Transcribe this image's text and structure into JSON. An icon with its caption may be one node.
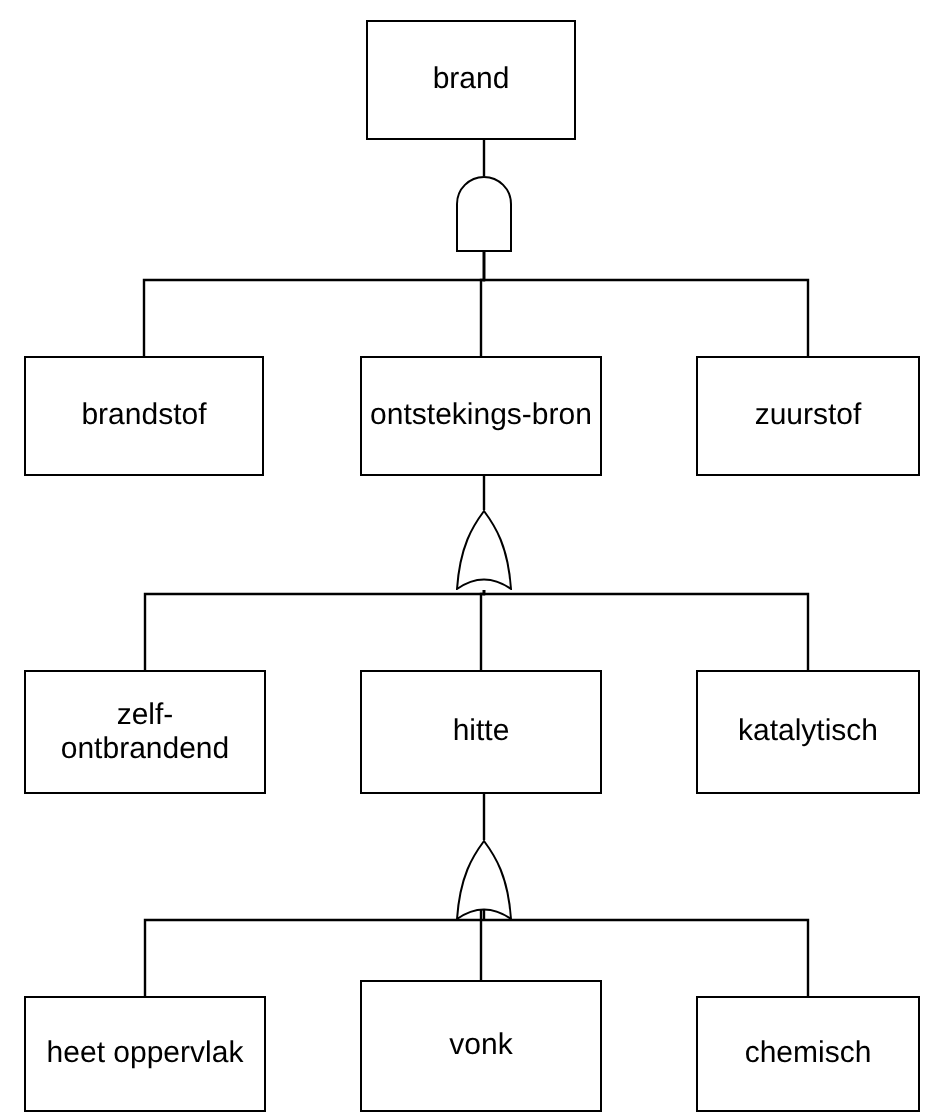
{
  "diagram": {
    "nodes": [
      {
        "text": [
          "brand"
        ]
      },
      {
        "text": [],
        "shape": "and-gate"
      },
      {
        "text": [
          "brandstof"
        ]
      },
      {
        "text": [
          "ontstekings-bron"
        ]
      },
      {
        "text": [
          "zuurstof"
        ]
      },
      {
        "text": [],
        "shape": "or-gate"
      },
      {
        "text": [
          "zelf-ontbrandend"
        ]
      },
      {
        "text": [
          "hitte"
        ]
      },
      {
        "text": [
          "katalytisch"
        ]
      },
      {
        "text": [],
        "shape": "or-gate"
      },
      {
        "text": [
          "heet oppervlak"
        ]
      },
      {
        "text": [
          "vonk"
        ]
      },
      {
        "text": [
          "chemisch"
        ]
      }
    ],
    "edges": [
      {
        "from": 0,
        "to": 1,
        "arrow": "none"
      },
      {
        "from": 1,
        "to": 2,
        "arrow": "none"
      },
      {
        "from": 1,
        "to": 3,
        "arrow": "none"
      },
      {
        "from": 1,
        "to": 4,
        "arrow": "none"
      },
      {
        "from": 3,
        "to": 5,
        "arrow": "none"
      },
      {
        "from": 5,
        "to": 6,
        "arrow": "none"
      },
      {
        "from": 5,
        "to": 7,
        "arrow": "none"
      },
      {
        "from": 5,
        "to": 8,
        "arrow": "none"
      },
      {
        "from": 7,
        "to": 9,
        "arrow": "none"
      },
      {
        "from": 9,
        "to": 10,
        "arrow": "none"
      },
      {
        "from": 9,
        "to": 11,
        "arrow": "none"
      },
      {
        "from": 9,
        "to": 12,
        "arrow": "none"
      }
    ]
  }
}
